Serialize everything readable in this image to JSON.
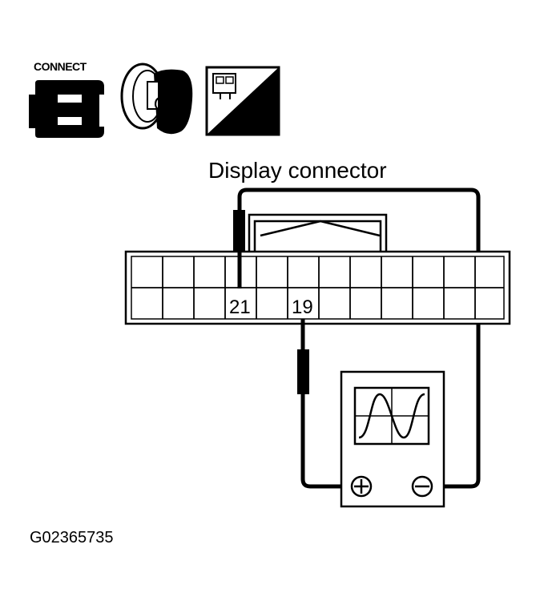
{
  "icons": {
    "connect_label": "CONNECT",
    "connect_icon": "connector-connect-icon",
    "ignition_label": "ON",
    "ignition_icon": "ignition-key-on-icon",
    "harness_label": "H.S.",
    "harness_icon": "harness-side-icon"
  },
  "diagram": {
    "title": "Display connector",
    "terminals": [
      "21",
      "19"
    ],
    "meter_icon": "oscilloscope-icon",
    "plus_symbol": "plus-terminal-icon",
    "minus_symbol": "minus-terminal-icon"
  },
  "figure_id": "G02365735",
  "colors": {
    "ink": "#000000",
    "paper": "#ffffff"
  }
}
